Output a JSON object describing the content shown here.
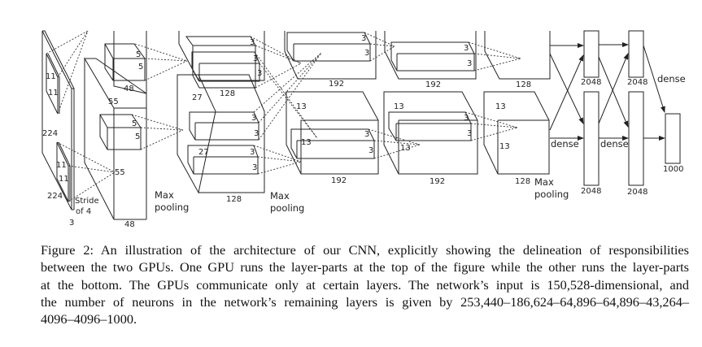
{
  "figure": {
    "labels": {
      "input_h": "224",
      "input_w": "224",
      "input_d": "3",
      "k1a": "11",
      "k1b": "11",
      "k1c": "11",
      "k1d": "11",
      "stride": "Stride",
      "stride2": "of 4",
      "c1_dim": "55",
      "c1_dim2": "55",
      "c1_top_depth": "48",
      "c1_bot_depth": "48",
      "k2a": "5",
      "k2b": "5",
      "k2c": "5",
      "k2d": "5",
      "pool1a": "Max",
      "pool1b": "pooling",
      "c2_dim": "27",
      "c2_dim2": "27",
      "c2_top_depth": "128",
      "c2_bot_depth": "128",
      "k3": "3",
      "pool2a": "Max",
      "pool2b": "pooling",
      "c3_dim": "13",
      "c3_dim2": "13",
      "c3_top_depth": "192",
      "c3_bot_depth": "192",
      "c4_dim": "13",
      "c4_dim2": "13",
      "c4_top_depth": "192",
      "c4_bot_depth": "192",
      "c5_dim": "13",
      "c5_dim2": "13",
      "c5_top_depth": "128",
      "c5_bot_depth": "128",
      "pool3a": "Max",
      "pool3b": "pooling",
      "fc6_top": "2048",
      "fc6_bot": "2048",
      "fc7_top": "2048",
      "fc7_bot": "2048",
      "fc8": "1000",
      "dense1": "dense",
      "dense2": "dense",
      "dense3": "dense"
    }
  },
  "caption": {
    "lines": [
      "Figure 2: An illustration of the architecture of our CNN, explicitly showing the delineation of responsibilities",
      "between the two GPUs. One GPU runs the layer-parts at the top of the figure while the other runs the layer-parts",
      "at the bottom. The GPUs communicate only at certain layers. The network’s input is 150,528-dimensional, and",
      "the number of neurons in the network’s remaining layers is given by 253,440–186,624–64,896–64,896–43,264–",
      "4096–4096–1000."
    ]
  }
}
